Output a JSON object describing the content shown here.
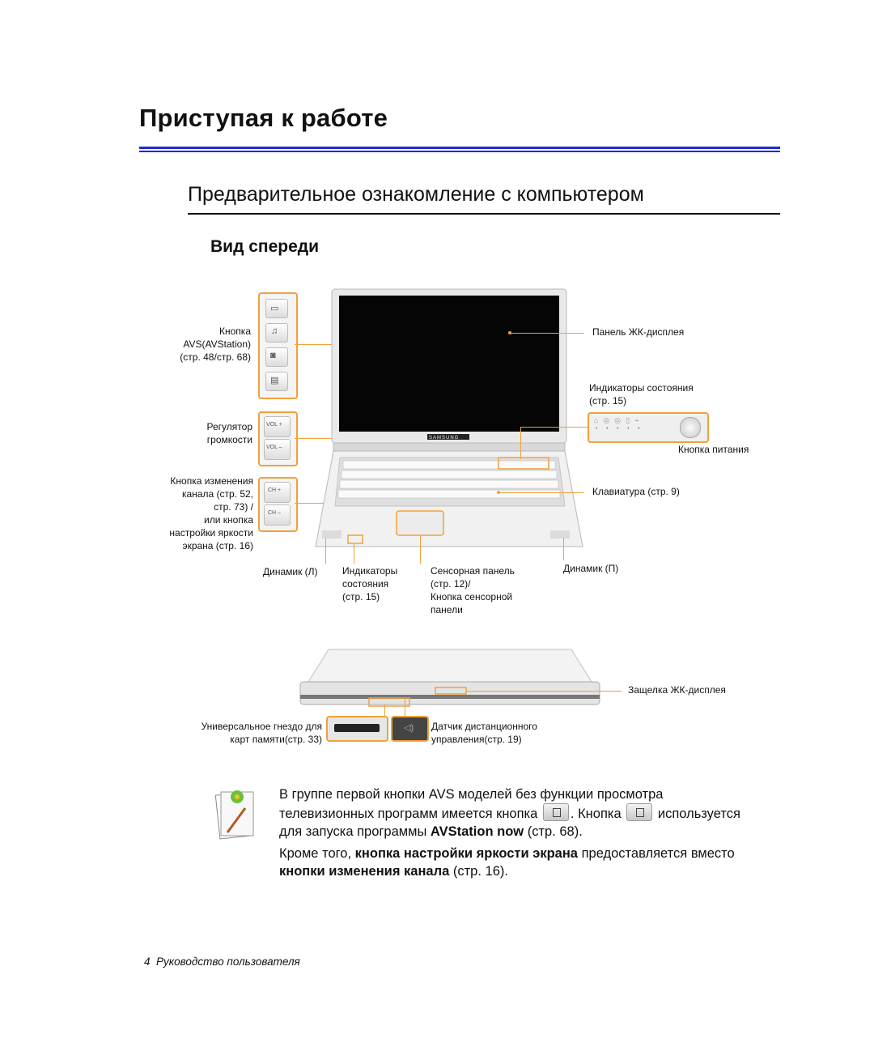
{
  "header": {
    "title": "Приступая к работе",
    "section_title": "Предварительное ознакомление с компьютером",
    "subsection_title": "Вид спереди"
  },
  "diagram": {
    "avs_button_label": [
      "Кнопка",
      "AVS(AVStation)",
      "(стр. 48/стр. 68)"
    ],
    "volume_label": [
      "Регулятор",
      "громкости"
    ],
    "vol_plus": "VOL +",
    "vol_minus": "VOL –",
    "channel_label": [
      "Кнопка изменения",
      "канала (стр. 52,",
      "стр. 73) /",
      "или кнопка",
      "настройки яркости",
      "экрана (стр. 16)"
    ],
    "ch_plus": "CH +",
    "ch_minus": "CH –",
    "lcd_panel": "Панель ЖК-дисплея",
    "status_indicators_top": [
      "Индикаторы состояния",
      "(стр. 15)"
    ],
    "power_button": "Кнопка питания",
    "keyboard": "Клавиатура (стр. 9)",
    "speaker_left": "Динамик (Л)",
    "indicators_bottom": [
      "Индикаторы",
      "состояния",
      "(стр. 15)"
    ],
    "touchpad": [
      "Сенсорная панель",
      "(стр. 12)/",
      "Кнопка сенсорной",
      "панели"
    ],
    "speaker_right": "Динамик (П)",
    "lcd_latch": "Защелка ЖК-дисплея",
    "card_slot": [
      "Универсальное гнездо для",
      "карт памяти(стр. 33)"
    ],
    "remote_sensor": [
      "Датчик дистанционного",
      "управления(стр. 19)"
    ],
    "brand_on_bezel": "SAMSUNG"
  },
  "note": {
    "line1": "В группе первой кнопки AVS моделей без функции просмотра",
    "line2a": "телевизионных программ имеется кнопка",
    "line2b": ". Кнопка",
    "line2c": "используется",
    "line3a": "для запуска программы",
    "line3b": "AVStation now",
    "line3c": "(стр. 68).",
    "p2_1": "Кроме того,",
    "p2_2": "кнопка настройки яркости экрана",
    "p2_3": "предоставляется вместо",
    "p2_4": "кнопки изменения канала",
    "p2_5": "(стр. 16)."
  },
  "footer": {
    "page_number": "4",
    "text": "Руководство пользователя"
  }
}
